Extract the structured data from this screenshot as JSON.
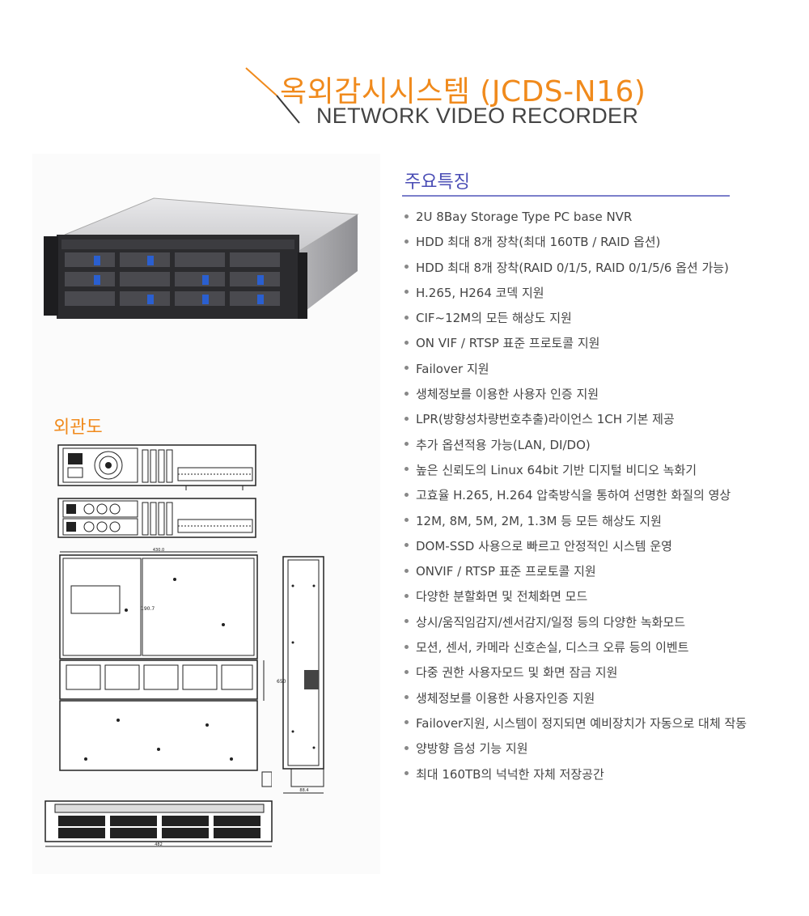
{
  "header": {
    "title": "옥외감시시스템 (JCDS-N16)",
    "subtitle": "NETWORK VIDEO RECORDER"
  },
  "colors": {
    "accent_orange": "#f08a1c",
    "accent_blue": "#4a4db5"
  },
  "features": {
    "heading": "주요특징",
    "items": [
      "2U 8Bay Storage Type PC base NVR",
      "HDD 최대 8개 장착(최대 160TB / RAID 옵션)",
      "HDD 최대 8개 장착(RAID 0/1/5, RAID 0/1/5/6 옵션 가능)",
      "H.265, H264 코덱 지원",
      "CIF~12M의 모든 해상도 지원",
      "ON VIF / RTSP 표준 프로토콜 지원",
      "Failover 지원",
      "생체정보를 이용한 사용자 인증 지원",
      "LPR(방향성차량번호추출)라이언스 1CH 기본 제공",
      "추가 옵션적용 가능(LAN, DI/DO)",
      "높은 신뢰도의 Linux 64bit 기반 디지털 비디오 녹화기",
      "고효율 H.265, H.264 압축방식을 통하여 선명한 화질의 영상",
      "12M, 8M, 5M, 2M, 1.3M 등 모든 해상도 지원",
      "DOM-SSD 사용으로 빠르고 안정적인 시스템 운영",
      "ONVIF / RTSP 표준 프로토콜 지원",
      "다양한 분할화면 및 전체화면 모드",
      "상시/움직임감지/센서감지/일정 등의 다양한 녹화모드",
      "모션, 센서, 카메라 신호손실, 디스크 오류 등의 이벤트",
      "다중 권한 사용자모드 및 화면 잠금 지원",
      "생체정보를 이용한 사용자인증 지원",
      "Failover지원, 시스템이 정지되면 예비장치가 자동으로 대체 작동",
      "양방향 음성 기능 지원",
      "최대 160TB의 넉넉한 자체 저장공간"
    ]
  },
  "exterior": {
    "heading": "외관도",
    "dimensions": {
      "top_width": "430.0",
      "inner_height": "190.7",
      "depth": "650",
      "side_width": "88.4",
      "front_width": "482"
    }
  }
}
